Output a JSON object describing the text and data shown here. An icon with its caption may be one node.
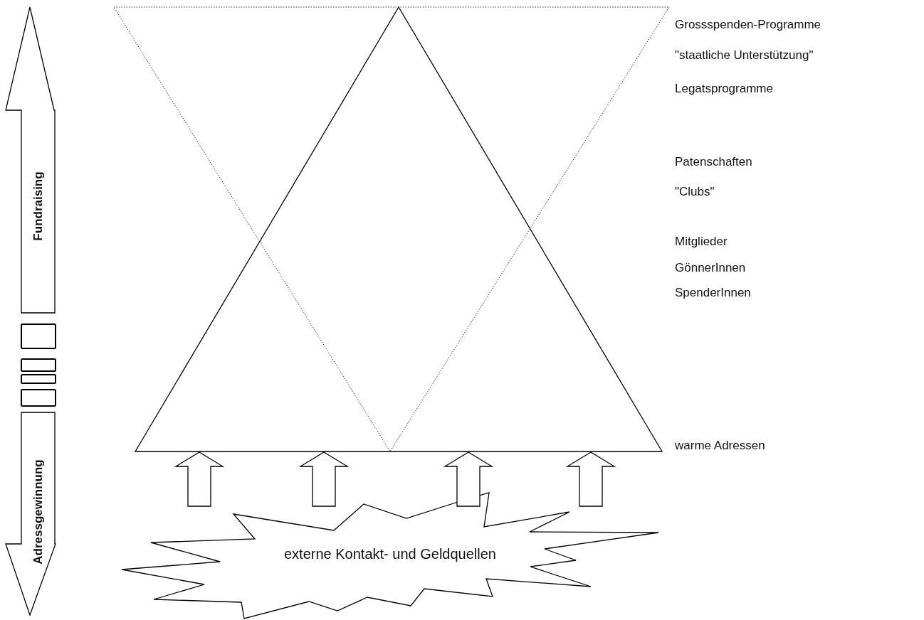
{
  "diagram": {
    "nodes": [
      {
        "text": [
          "Fundraising"
        ]
      },
      {
        "text": [
          "Adressgewinnung"
        ]
      },
      {
        "text": [],
        "shape": "triangle"
      },
      {
        "text": [],
        "shape": "triangle"
      },
      {
        "text": [
          "externe Kontakt- und Geldquellen"
        ]
      }
    ],
    "edges": [
      {
        "from": 4,
        "to": 2,
        "arrow": "to"
      },
      {
        "from": 4,
        "to": 2,
        "arrow": "to"
      },
      {
        "from": 4,
        "to": 2,
        "arrow": "to"
      },
      {
        "from": 4,
        "to": 2,
        "arrow": "to"
      }
    ],
    "labels": [
      "Grossspenden-Programme",
      "\"staatliche Unterstützung\"",
      "Legatsprogramme",
      "Patenschaften",
      "\"Clubs\"",
      "Mitglieder",
      "GönnerInnen",
      "SpenderInnen",
      "warme Adressen"
    ]
  }
}
